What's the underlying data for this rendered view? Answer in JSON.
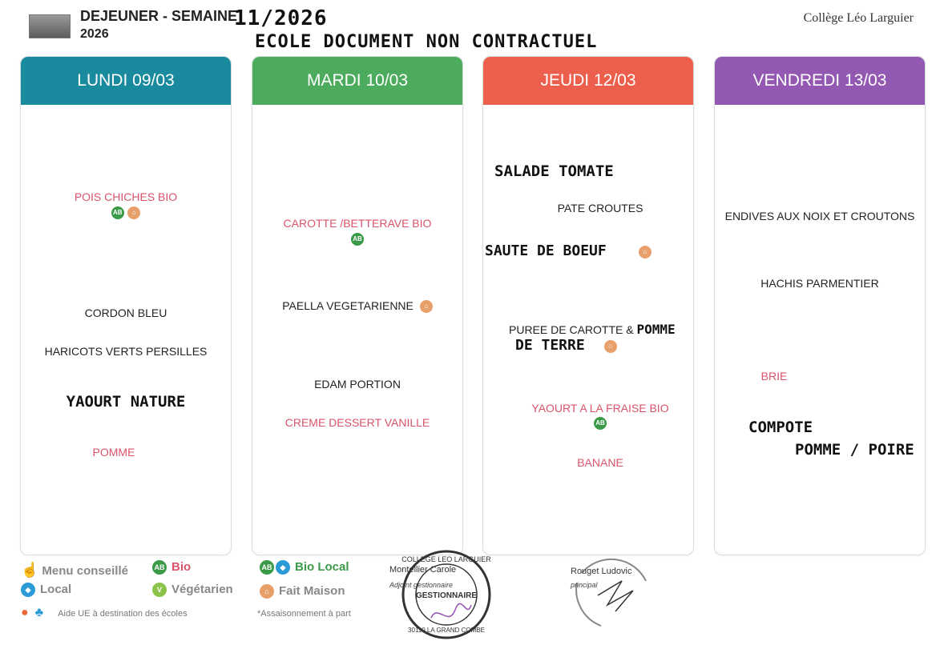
{
  "header": {
    "title": "DEJEUNER - SEMAINE",
    "year": "2026",
    "week_handwritten": "11/2026",
    "notice_handwritten": "ECOLE DOCUMENT NON CONTRACTUEL",
    "school": "Collège Léo Larguier"
  },
  "days": [
    {
      "label": "LUNDI 09/03",
      "color": "#1a8a9e",
      "items": [
        {
          "text": "POIS CHICHES BIO",
          "style": "bio"
        },
        {
          "text": "CORDON BLEU",
          "style": "normal"
        },
        {
          "text": "HARICOTS VERTS PERSILLES",
          "style": "normal"
        },
        {
          "text": "YAOURT NATURE",
          "style": "hand"
        },
        {
          "text": "POMME",
          "style": "bio"
        }
      ]
    },
    {
      "label": "MARDI 10/03",
      "color": "#4cab5c",
      "items": [
        {
          "text": "CAROTTE /BETTERAVE BIO",
          "style": "bio"
        },
        {
          "text": "PAELLA VEGETARIENNE",
          "style": "normal"
        },
        {
          "text": "EDAM PORTION",
          "style": "normal"
        },
        {
          "text": "CREME DESSERT VANILLE",
          "style": "bio"
        }
      ]
    },
    {
      "label": "JEUDI 12/03",
      "color": "#ec5f4c",
      "items": [
        {
          "text": "SALADE TOMATE",
          "style": "hand"
        },
        {
          "text": "PATE CROUTES",
          "style": "normal"
        },
        {
          "text": "SAUTE DE BOEUF",
          "style": "hand"
        },
        {
          "text": "PUREE DE CAROTTE &",
          "style": "normal"
        },
        {
          "text": "POMME",
          "style": "hand"
        },
        {
          "text": "DE TERRE",
          "style": "hand"
        },
        {
          "text": "YAOURT A LA FRAISE BIO",
          "style": "bio"
        },
        {
          "text": "BANANE",
          "style": "bio"
        }
      ]
    },
    {
      "label": "VENDREDI 13/03",
      "color": "#9358b2",
      "items": [
        {
          "text": "ENDIVES AUX NOIX ET CROUTONS",
          "style": "normal"
        },
        {
          "text": "HACHIS PARMENTIER",
          "style": "normal"
        },
        {
          "text": "BRIE",
          "style": "bio"
        },
        {
          "text": "COMPOTE",
          "style": "hand"
        },
        {
          "text": "POMME / POIRE",
          "style": "hand"
        }
      ]
    }
  ],
  "legend": {
    "menu_conseille": "Menu conseillé",
    "bio": "Bio",
    "bio_local": "Bio Local",
    "local": "Local",
    "vegetarien": "Végétarien",
    "fait_maison": "Fait Maison",
    "aide_ue": "Aide UE à destination des écoles",
    "assaisonnement": "*Assaisonnement à part",
    "bio_badge": "AB"
  },
  "signatures": {
    "gestionnaire_name": "Montellier Carole",
    "gestionnaire_role": "Adjoint gestionnaire",
    "principal_name": "Rouget Ludovic",
    "principal_role": "principal",
    "stamp_top": "COLLEGE LEO LARGUIER",
    "stamp_middle": "GESTIONNAIRE",
    "stamp_bottom": "30110 LA GRAND COMBE"
  }
}
